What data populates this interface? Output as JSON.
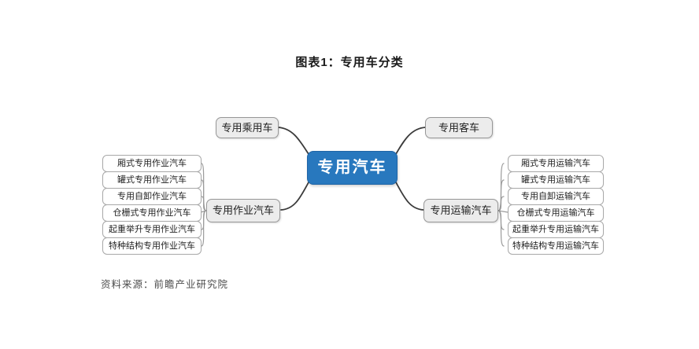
{
  "title": "图表1：专用车分类",
  "source": "资料来源：前瞻产业研究院",
  "colors": {
    "center_fill": "#2878be",
    "center_border": "#1f64a6",
    "branch_fill": "#ececec",
    "branch_border": "#979797",
    "leaf_border": "#a8a8a8",
    "main_line": "#3b3b3b",
    "leaf_line": "#9b9b9b"
  },
  "mindmap": {
    "center": "专用汽车",
    "branches": [
      {
        "label": "专用乘用车",
        "children": []
      },
      {
        "label": "专用客车",
        "children": []
      },
      {
        "label": "专用作业汽车",
        "children": [
          "厢式专用作业汽车",
          "罐式专用作业汽车",
          "专用自卸作业汽车",
          "仓栅式专用作业汽车",
          "起重举升专用作业汽车",
          "特种结构专用作业汽车"
        ]
      },
      {
        "label": "专用运输汽车",
        "children": [
          "厢式专用运输汽车",
          "罐式专用运输汽车",
          "专用自卸运输汽车",
          "仓栅式专用运输汽车",
          "起重举升专用运输汽车",
          "特种结构专用运输汽车"
        ]
      }
    ]
  }
}
